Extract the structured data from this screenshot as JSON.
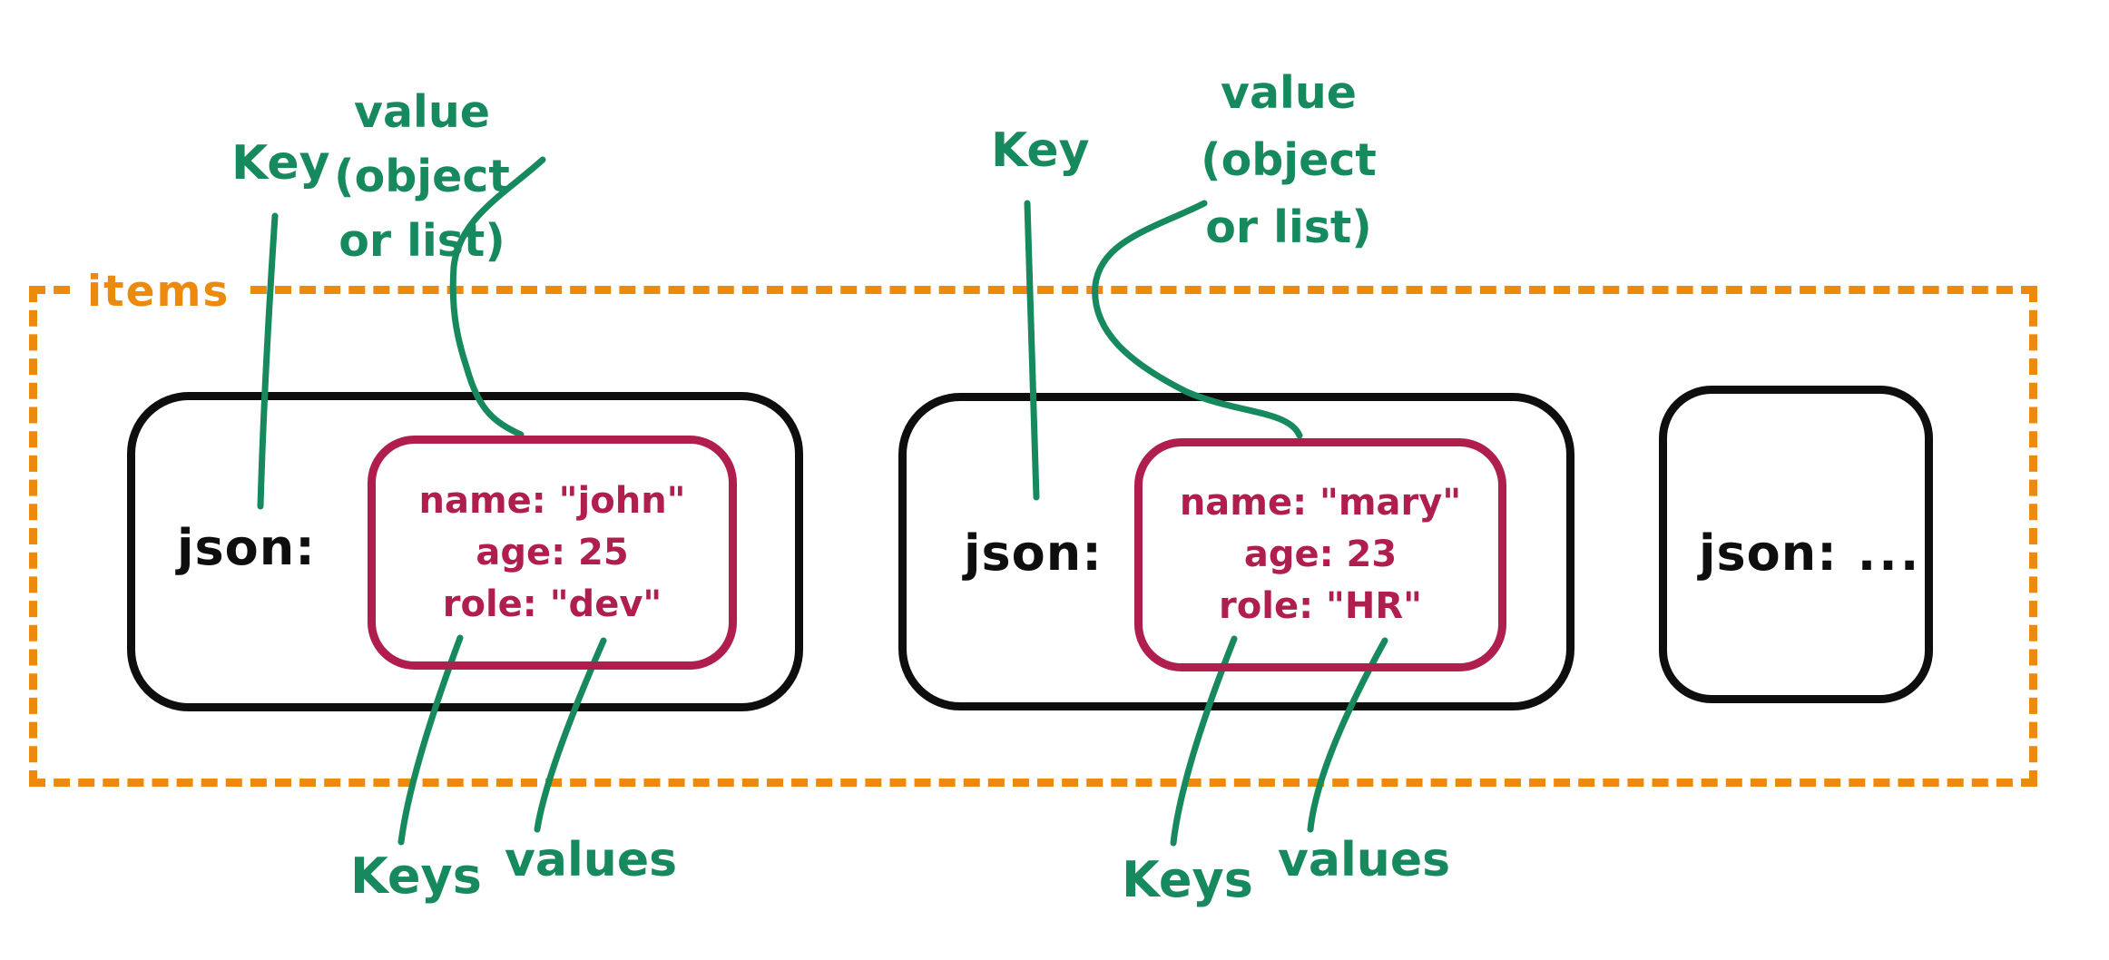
{
  "colors": {
    "orange": "#EC8A0E",
    "green": "#17895E",
    "red": "#B01E4E",
    "black": "#0E0E0E"
  },
  "container": {
    "label": "items"
  },
  "cards": [
    {
      "key": "json:",
      "fields": [
        "name: \"john\"",
        "age: 25",
        "role: \"dev\""
      ]
    },
    {
      "key": "json:",
      "fields": [
        "name: \"mary\"",
        "age: 23",
        "role: \"HR\""
      ]
    },
    {
      "key": "json:",
      "ellipsis": "..."
    }
  ],
  "annotations": {
    "groups": [
      {
        "key": "Key",
        "value_lines": [
          "value",
          "(object",
          "or list)"
        ],
        "keys": "Keys",
        "values": "values"
      },
      {
        "key": "Key",
        "value_lines": [
          "value",
          "(object",
          "or list)"
        ],
        "keys": "Keys",
        "values": "values"
      }
    ]
  }
}
